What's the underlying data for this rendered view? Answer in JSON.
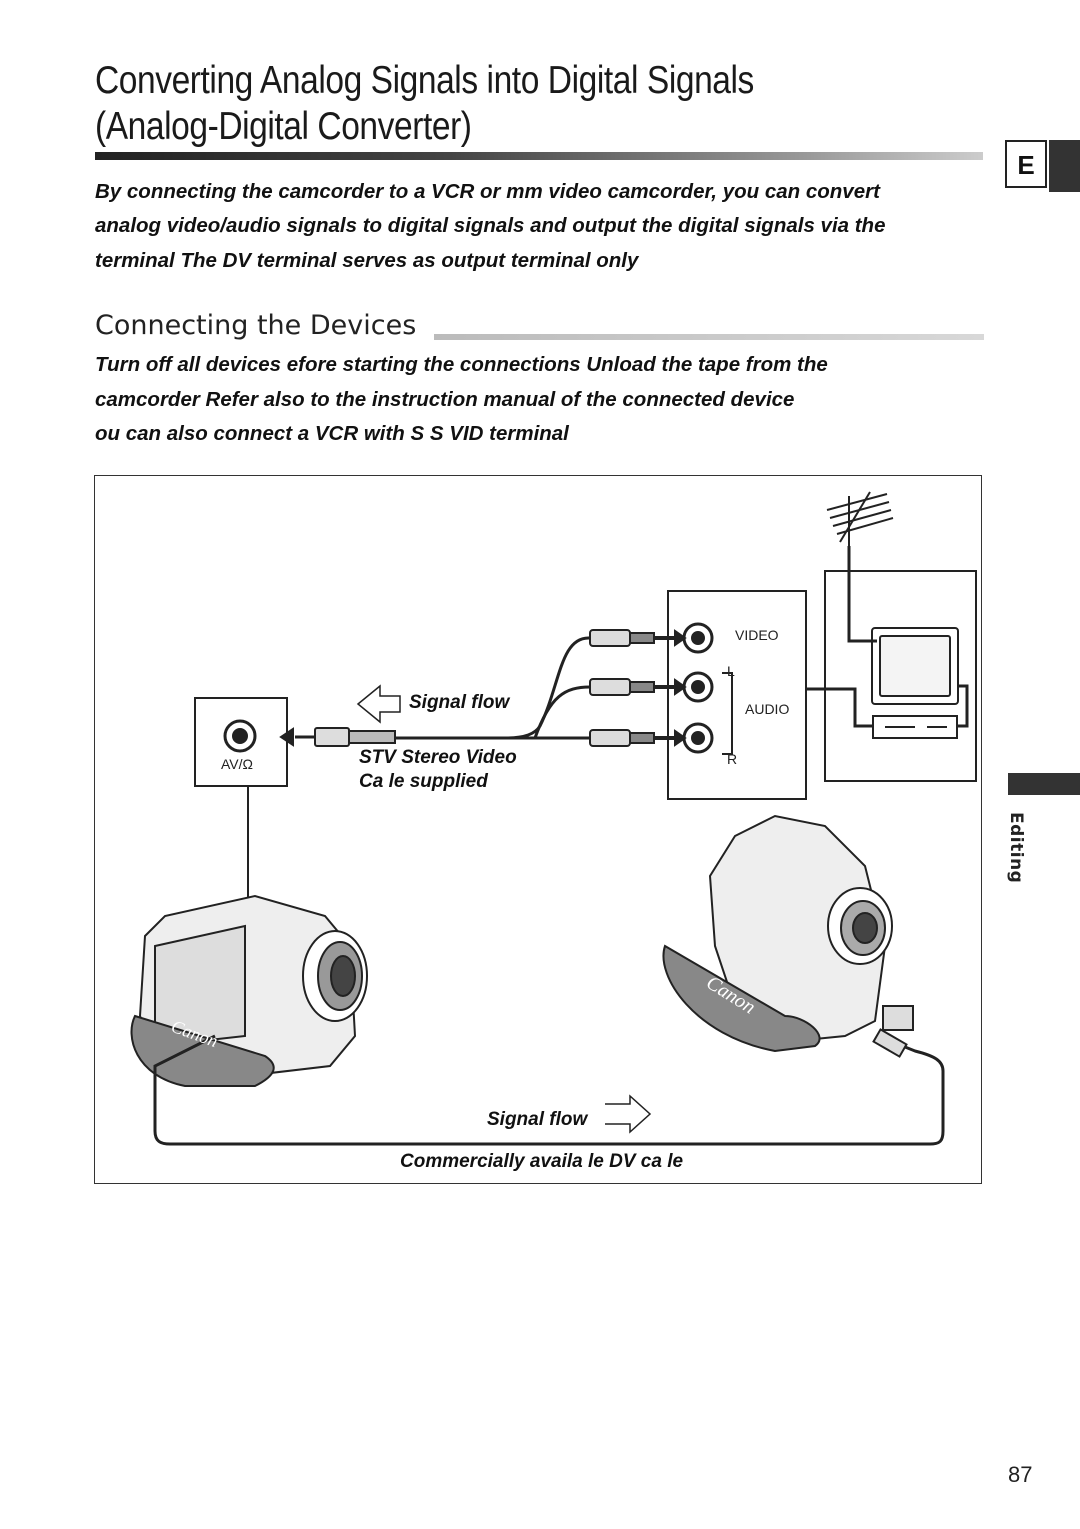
{
  "page": {
    "title_line1": "Converting Analog Signals into Digital Signals",
    "title_line2": "(Analog-Digital Converter)",
    "lang_tab": "E",
    "intro_lines": [
      "By connecting the camcorder to a VCR or   mm video camcorder, you can convert",
      "analog video/audio signals to digital signals and output the digital signals via the",
      "terminal  The DV terminal serves as output terminal only"
    ],
    "section_title": "Connecting the Devices",
    "section_lines": [
      "Turn off all devices   efore starting the connections  Unload the tape from the",
      "camcorder  Refer also to the instruction manual of the connected device",
      "  ou can also connect a VCR with S  S     VID       terminal"
    ],
    "side_label": "Editing",
    "page_number": "87"
  },
  "figure": {
    "signal_flow_top": "Signal flow",
    "signal_flow_bottom": "Signal flow",
    "cable_line1": "STV           Stereo Video",
    "cable_line2": "Ca  le  supplied",
    "dv_cable": "Commercially availa  le DV ca  le",
    "port_video": "VIDEO",
    "port_l": "L",
    "port_audio": "AUDIO",
    "port_r": "R",
    "av_label": "AV/",
    "brand_left": "Canon",
    "brand_right": "Canon"
  }
}
